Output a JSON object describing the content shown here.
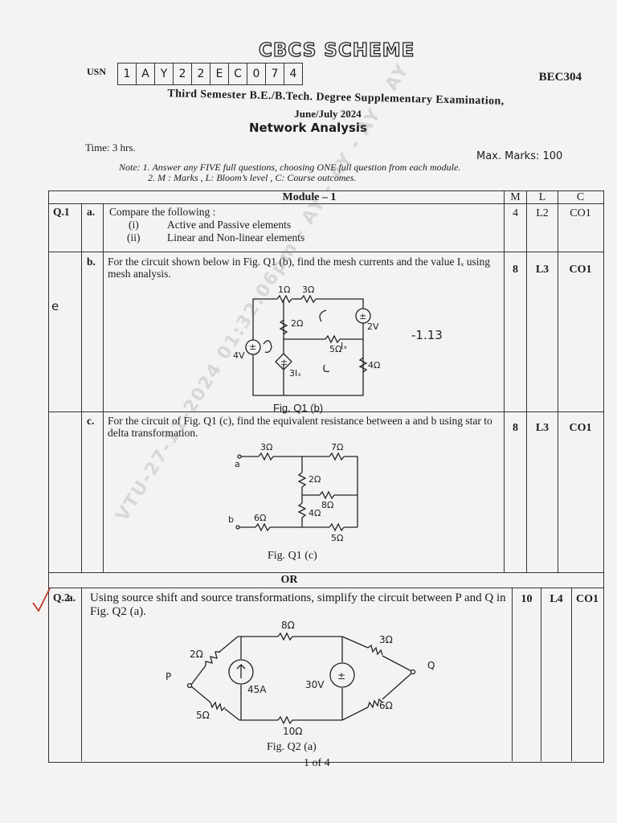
{
  "header": {
    "scheme": "CBCS SCHEME",
    "code": "BEC304",
    "usn_label": "USN",
    "usn_chars": [
      "1",
      "A",
      "Y",
      "2",
      "2",
      "E",
      "C",
      "0",
      "7",
      "4"
    ],
    "exam": "Third Semester B.E./B.Tech. Degree Supplementary Examination,",
    "session": "June/July 2024",
    "subject": "Network Analysis",
    "time": "Time: 3 hrs.",
    "max_marks": "Max. Marks: 100",
    "note1": "Note: 1. Answer any FIVE full questions, choosing ONE full question from each module.",
    "note2": "2. M : Marks , L: Bloom’s level , C: Course outcomes."
  },
  "table": {
    "module": "Module – 1",
    "col_m": "M",
    "col_l": "L",
    "col_c": "C",
    "or_label": "OR",
    "questions": [
      {
        "q": "Q.1",
        "part": "a.",
        "text": "Compare the following :",
        "sub1_num": "(i)",
        "sub1": "Active and Passive elements",
        "sub2_num": "(ii)",
        "sub2": "Linear and Non-linear elements",
        "m": "4",
        "l": "L2",
        "c": "CO1"
      },
      {
        "part": "b.",
        "text": "For the circuit shown below in Fig. Q1 (b), find the mesh currents and the value Iₓ using mesh analysis.",
        "m": "8",
        "l": "L3",
        "c": "CO1",
        "fig": "Fig. Q1 (b)"
      },
      {
        "part": "c.",
        "text": "For the circuit of Fig. Q1 (c), find the equivalent resistance between a and b using star to delta transformation.",
        "m": "8",
        "l": "L3",
        "c": "CO1",
        "fig": "Fig. Q1 (c)"
      },
      {
        "q": "Q.2",
        "part": "a.",
        "text": "Using source shift and source transformations, simplify the circuit between P and Q in Fig. Q2 (a).",
        "m": "10",
        "l": "L4",
        "c": "CO1",
        "fig": "Fig. Q2 (a)"
      }
    ]
  },
  "circuit_q1b": {
    "r1": "1Ω",
    "r2": "3Ω",
    "r3": "2Ω",
    "r4": "5Ω",
    "r5": "4Ω",
    "v1": "4V",
    "v2": "2V",
    "dep": "3Iₓ",
    "ix": "Iₓ"
  },
  "circuit_q1c": {
    "a": "a",
    "b": "b",
    "r1": "3Ω",
    "r2": "7Ω",
    "r3": "2Ω",
    "r4": "8Ω",
    "r5": "4Ω",
    "r6": "6Ω",
    "r7": "5Ω"
  },
  "circuit_q2a": {
    "p": "P",
    "q": "Q",
    "r1": "2Ω",
    "r2": "8Ω",
    "r3": "3Ω",
    "r4": "5Ω",
    "r5": "10Ω",
    "r6": "6Ω",
    "i1": "45A",
    "v1": "30V"
  },
  "annotations": {
    "answer": "-1.13",
    "margin_mark": "e"
  },
  "footer": {
    "page": "1 of 4"
  },
  "watermark": "VTU-27-11-2024 01:32:06pm - AY - AY - AY - AY"
}
